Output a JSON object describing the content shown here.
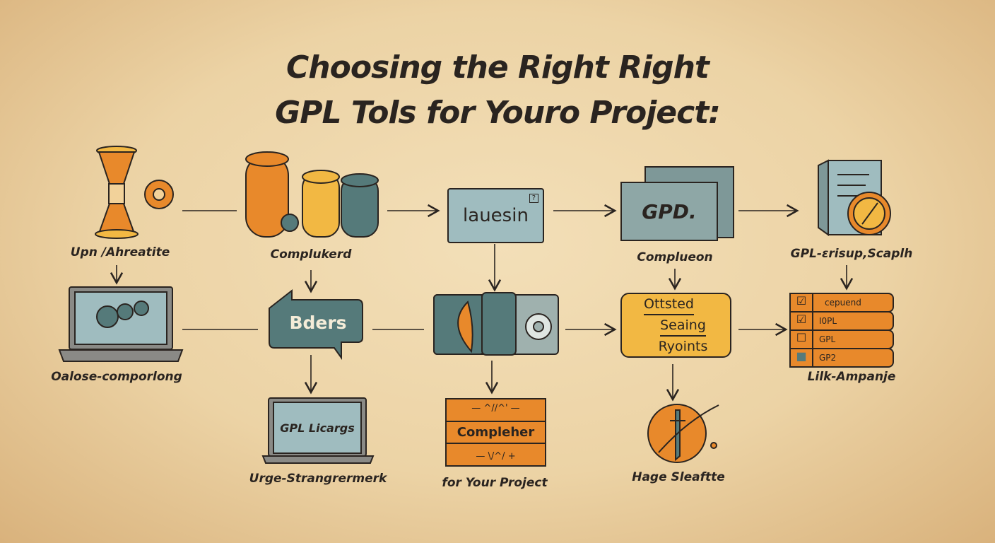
{
  "title": {
    "line1": "Choosing the Right Right",
    "line2": "GPL Tols for Youro Project:"
  },
  "row1": {
    "hourglass_label": "Upn /Ahreatite",
    "cylinders_label": "Complukerd",
    "license_box": "lauesin",
    "license_box_badge": "?",
    "folder_text": "GPD.",
    "folder_label": "Complueon",
    "server_label": "GPL-ɛrisup,Scaplh"
  },
  "row2": {
    "laptop_label": "Oalose-comporlong",
    "bubble_text": "Bders",
    "yellow_box": [
      "Ottsted",
      "Seaing",
      "Ryoints"
    ],
    "list_items": [
      "cepuend",
      "I0PL",
      "GPL",
      "GP2"
    ],
    "list_label": "Lilk-Ampanje"
  },
  "row3": {
    "laptop_screen": "GPL Licargs",
    "laptop_label": "Urge-Strangrermerk",
    "orange_top": "— ^//^' —",
    "orange_mid": "Compleher",
    "orange_bot": "— \\/^/ +",
    "orange_label": "for  Your Project",
    "circle_label": "Hage Sleaftte"
  },
  "colors": {
    "orange": "#e8892b",
    "yellow": "#f2b843",
    "teal": "#557a7a",
    "lightblue": "#9fbcbf",
    "ink": "#2a2420"
  }
}
